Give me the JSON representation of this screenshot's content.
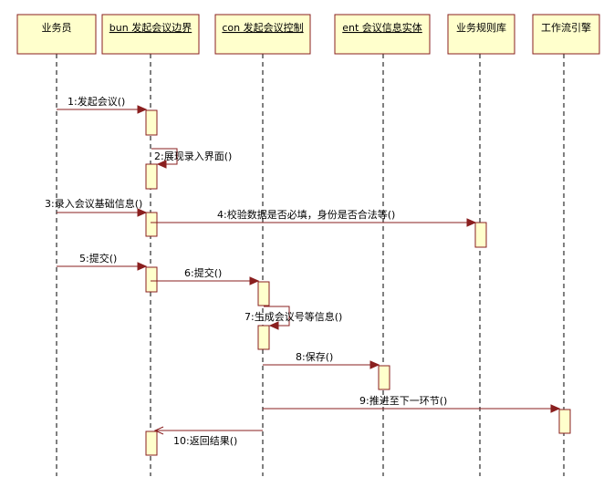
{
  "colors": {
    "box_fill": "#ffffcc",
    "border": "#8a1f1f",
    "message": "#8a1f1f",
    "text": "#000000"
  },
  "lifelines": [
    {
      "id": "clerk",
      "name": "业务员",
      "underline": false
    },
    {
      "id": "bun",
      "name": "bun 发起会议边界",
      "underline": true
    },
    {
      "id": "con",
      "name": "con 发起会议控制",
      "underline": true
    },
    {
      "id": "ent",
      "name": "ent 会议信息实体",
      "underline": true
    },
    {
      "id": "rules",
      "name": "业务规则库",
      "underline": false
    },
    {
      "id": "workflow",
      "name": "工作流引擎",
      "underline": false
    }
  ],
  "messages": [
    {
      "from": "clerk",
      "to": "bun",
      "label": "1:发起会议()",
      "kind": "call"
    },
    {
      "from": "bun",
      "to": "bun",
      "label": "2:展现录入界面()",
      "kind": "self"
    },
    {
      "from": "clerk",
      "to": "bun",
      "label": "3:录入会议基础信息()",
      "kind": "call"
    },
    {
      "from": "bun",
      "to": "rules",
      "label": "4:校验数据是否必填，身份是否合法等()",
      "kind": "call"
    },
    {
      "from": "clerk",
      "to": "bun",
      "label": "5:提交()",
      "kind": "call"
    },
    {
      "from": "bun",
      "to": "con",
      "label": "6:提交()",
      "kind": "call"
    },
    {
      "from": "con",
      "to": "con",
      "label": "7:生成会议号等信息()",
      "kind": "self"
    },
    {
      "from": "con",
      "to": "ent",
      "label": "8:保存()",
      "kind": "call"
    },
    {
      "from": "con",
      "to": "workflow",
      "label": "9:推进至下一环节()",
      "kind": "call"
    },
    {
      "from": "con",
      "to": "bun",
      "label": "10:返回结果()",
      "kind": "return"
    }
  ]
}
